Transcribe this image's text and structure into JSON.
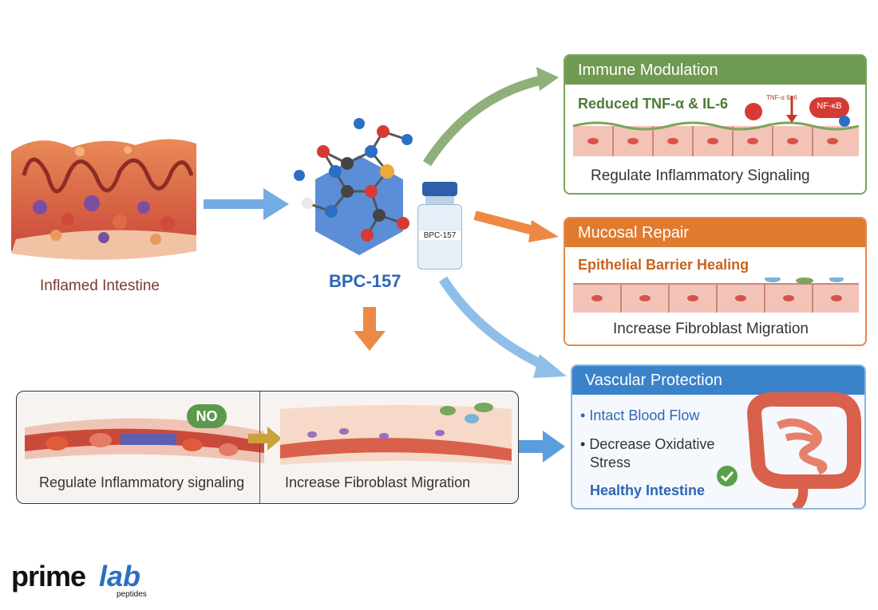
{
  "source": {
    "label": "Inflamed Intestine"
  },
  "peptide": {
    "label": "BPC-157",
    "vial_label": "BPC-157"
  },
  "immune": {
    "title": "Immune Modulation",
    "subtitle": "Reduced TNF-α & IL-6",
    "caption": "Regulate Inflammatory Signaling",
    "marker_small": "TNF-α IL-6",
    "marker_nfkb": "NF-κB"
  },
  "mucosal": {
    "title": "Mucosal Repair",
    "subtitle": "Epithelial Barrier Healing",
    "caption": "Increase Fibroblast Migration"
  },
  "vascular": {
    "title": "Vascular Protection",
    "bullet1": "Intact Blood Flow",
    "bullet2_line1": "Decrease Oxidative",
    "bullet2_line2": "Stress",
    "outcome": "Healthy Intestine"
  },
  "bottom_panel": {
    "no_badge": "NO",
    "left_caption": "Regulate Inflammatory signaling",
    "right_caption": "Increase Fibroblast Migration"
  },
  "logo": {
    "prime": "prime",
    "lab": "lab",
    "peptides": "peptides"
  },
  "colors": {
    "immune": "#6e9a52",
    "mucosal": "#e07a2f",
    "vascular": "#3a82c9",
    "arrow_blue": "#5a9ee0",
    "arrow_orange": "#ec8a45",
    "arrow_green": "#8fb07a"
  }
}
